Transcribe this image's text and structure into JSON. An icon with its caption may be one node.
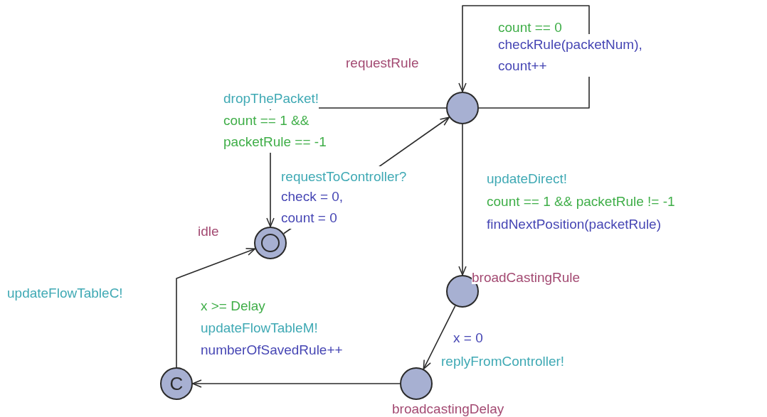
{
  "diagram": {
    "nodes": [
      {
        "text": [
          "requestRule"
        ]
      },
      {
        "text": [
          "idle"
        ]
      },
      {
        "text": [
          "broadCastingRule"
        ]
      },
      {
        "text": [
          "broadcastingDelay"
        ]
      },
      {
        "text": [
          "C"
        ]
      }
    ],
    "edges": [
      {
        "from": 0,
        "to": 0,
        "arrow": "to"
      },
      {
        "from": 0,
        "to": 1,
        "arrow": "to"
      },
      {
        "from": 1,
        "to": 0,
        "arrow": "to"
      },
      {
        "from": 0,
        "to": 2,
        "arrow": "to"
      },
      {
        "from": 2,
        "to": 3,
        "arrow": "to"
      },
      {
        "from": 3,
        "to": 4,
        "arrow": "to"
      },
      {
        "from": 4,
        "to": 1,
        "arrow": "to"
      }
    ],
    "labels": [
      "count == 0",
      "checkRule(packetNum), count++",
      "dropThePacket!",
      "count == 1 && packetRule == -1",
      "requestToController?",
      "check = 0, count = 0",
      "updateDirect!",
      "count == 1 && packetRule != -1",
      "findNextPosition(packetRule)",
      "updateFlowTableC!",
      "x >= Delay",
      "updateFlowTableM!",
      "numberOfSavedRule++",
      "x = 0",
      "replyFromController!"
    ]
  }
}
